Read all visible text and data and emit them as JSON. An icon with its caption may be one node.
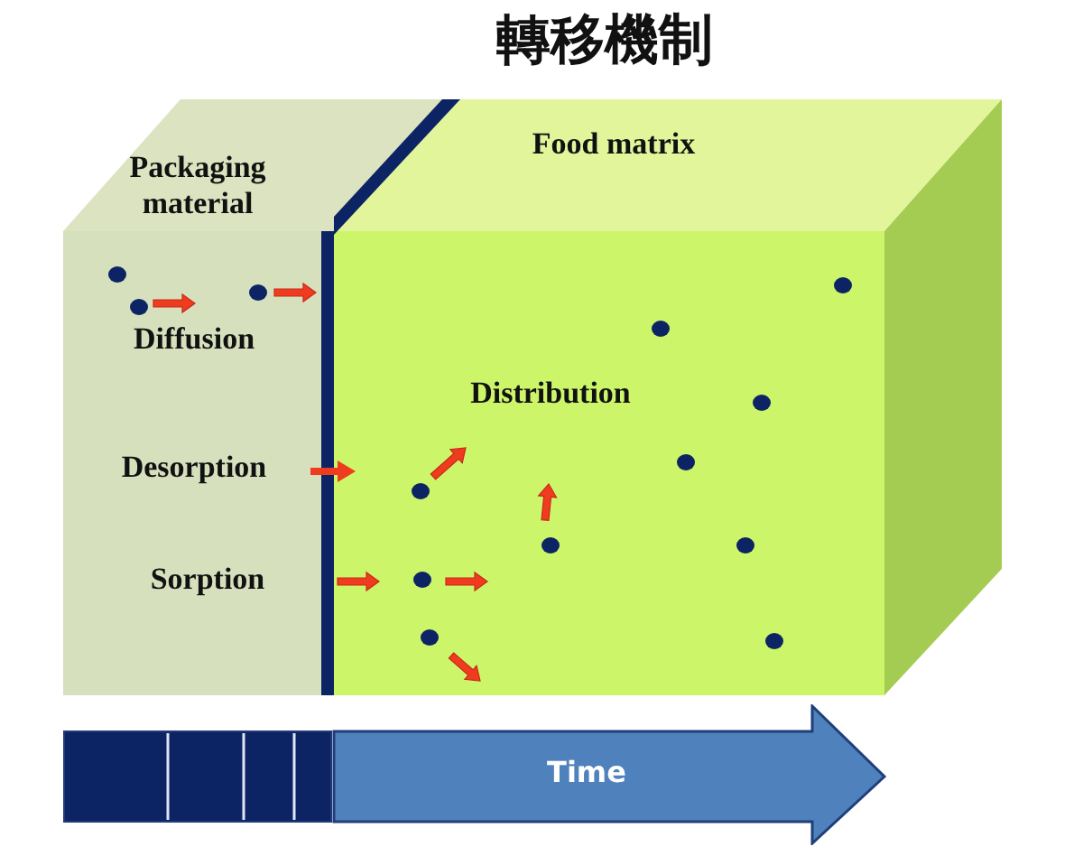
{
  "diagram": {
    "title": "轉移機制",
    "nodes": [
      {
        "text": [
          "Packaging material"
        ]
      },
      {
        "text": [
          "Food matrix"
        ]
      },
      {
        "text": [
          "Time"
        ]
      }
    ],
    "edges": [
      {
        "from": 0,
        "to": 1,
        "arrow": "to"
      }
    ],
    "labels": [
      "Diffusion",
      "Distribution",
      "Desorption",
      "Sorption"
    ]
  }
}
